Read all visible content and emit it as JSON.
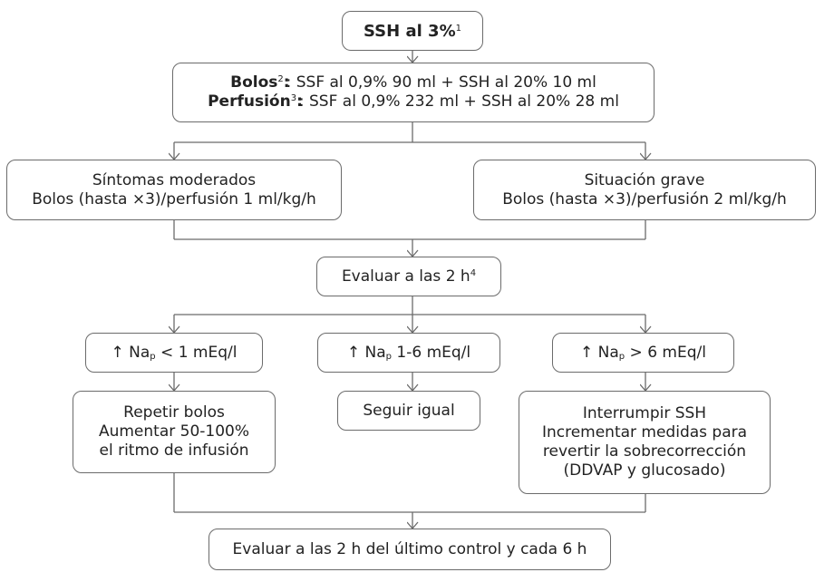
{
  "start": {
    "label": "SSH al 3%",
    "sup": "1"
  },
  "dosing": {
    "bolos_label": "Bolos",
    "bolos_sup": "2",
    "bolos_text": ": SSF al 0,9% 90 ml + SSH al 20% 10 ml",
    "perf_label": "Perfusión",
    "perf_sup": "3",
    "perf_text": ": SSF al 0,9% 232 ml + SSH al 20% 28 ml"
  },
  "moderate": {
    "line1": "Síntomas moderados",
    "line2": "Bolos (hasta ×3)/perfusión 1 ml/kg/h"
  },
  "severe": {
    "line1": "Situación grave",
    "line2": "Bolos (hasta ×3)/perfusión 2 ml/kg/h"
  },
  "evaluate": {
    "label": "Evaluar a las 2 h",
    "sup": "4"
  },
  "na_low": {
    "arrow": "↑",
    "pre": " Na",
    "sub": "p",
    "post": " < 1 mEq/l"
  },
  "na_mid": {
    "arrow": "↑",
    "pre": " Na",
    "sub": "p",
    "post": " 1-6 mEq/l"
  },
  "na_high": {
    "arrow": "↑",
    "pre": " Na",
    "sub": "p",
    "post": " > 6 mEq/l"
  },
  "repeat": {
    "line1": "Repetir bolos",
    "line2": "Aumentar 50-100%",
    "line3": "el ritmo de infusión"
  },
  "same": {
    "line1": "Seguir igual"
  },
  "stop": {
    "line1": "Interrumpir SSH",
    "line2": "Incrementar medidas para",
    "line3": "revertir la sobrecorrección",
    "line4": "(DDVAP y glucosado)"
  },
  "final": {
    "label": "Evaluar a las 2 h del último control y cada 6 h"
  }
}
